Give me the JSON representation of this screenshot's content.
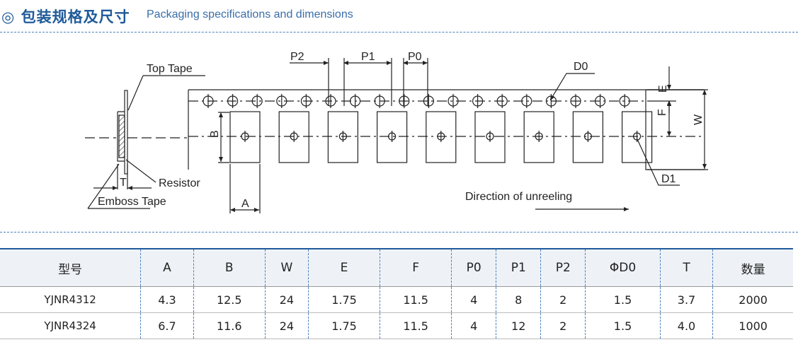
{
  "header": {
    "title_zh": "◎ 包装规格及尺寸",
    "title_en": "Packaging specifications and dimensions"
  },
  "diagram": {
    "top_tape": "Top Tape",
    "resistor": "Resistor",
    "emboss_tape": "Emboss Tape",
    "t": "T",
    "a": "A",
    "b": "B",
    "w": "W",
    "e": "E",
    "f": "F",
    "p0": "P0",
    "p1": "P1",
    "p2": "P2",
    "d0": "D0",
    "d1": "D1",
    "direction": "Direction of unreeling"
  },
  "table": {
    "headers": [
      "型号",
      "A",
      "B",
      "W",
      "E",
      "F",
      "P0",
      "P1",
      "P2",
      "ΦD0",
      "T",
      "数量"
    ],
    "rows": [
      [
        "YJNR4312",
        "4.3",
        "12.5",
        "24",
        "1.75",
        "11.5",
        "4",
        "8",
        "2",
        "1.5",
        "3.7",
        "2000"
      ],
      [
        "YJNR4324",
        "6.7",
        "11.6",
        "24",
        "1.75",
        "11.5",
        "4",
        "12",
        "2",
        "1.5",
        "4.0",
        "1000"
      ]
    ]
  },
  "colors": {
    "accent": "#1f5a9a",
    "dash": "#4a7fc0",
    "header_bg": "#eef2f7"
  }
}
